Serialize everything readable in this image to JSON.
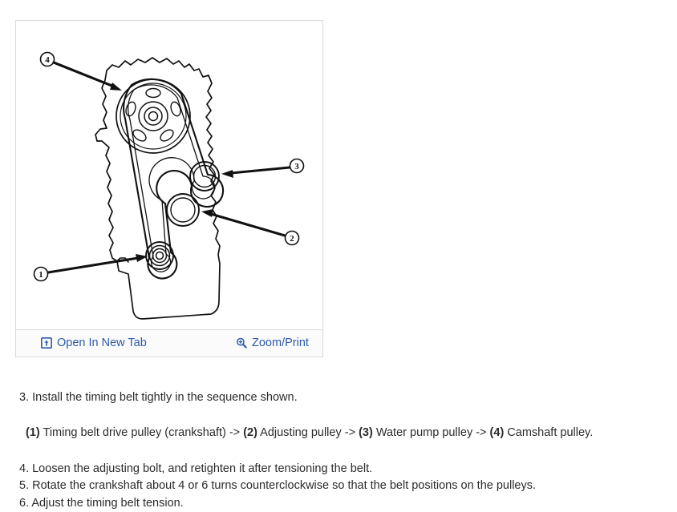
{
  "image_viewer": {
    "toolbar": {
      "open_in_new_tab_label": "Open In New Tab",
      "open_in_new_tab_icon": "open-in-new-tab-icon",
      "zoom_print_label": "Zoom/Print",
      "zoom_print_icon": "magnifier-plus-icon",
      "link_color": "#2c5aa8"
    },
    "diagram": {
      "title": "Timing belt installation sequence diagram",
      "line_color": "#000000",
      "callouts": [
        {
          "id": "1",
          "label": "1",
          "target": "Timing belt drive pulley (crankshaft)"
        },
        {
          "id": "2",
          "label": "2",
          "target": "Adjusting pulley"
        },
        {
          "id": "3",
          "label": "3",
          "target": "Water pump pulley"
        },
        {
          "id": "4",
          "label": "4",
          "target": "Camshaft pulley"
        }
      ]
    }
  },
  "content": {
    "step_3": "3. Install the timing belt tightly in the sequence shown.",
    "sequence": [
      {
        "num": "(1)",
        "text": " Timing belt drive pulley (crankshaft) -> "
      },
      {
        "num": "(2)",
        "text": " Adjusting pulley -> "
      },
      {
        "num": "(3)",
        "text": " Water pump pulley -> "
      },
      {
        "num": "(4)",
        "text": " Camshaft pulley."
      }
    ],
    "step_4": "4. Loosen the adjusting bolt, and retighten it after tensioning the belt.",
    "step_5": "5. Rotate the crankshaft about 4 or 6 turns counterclockwise so that the belt positions on the pulleys.",
    "step_6": "6. Adjust the timing belt tension."
  }
}
